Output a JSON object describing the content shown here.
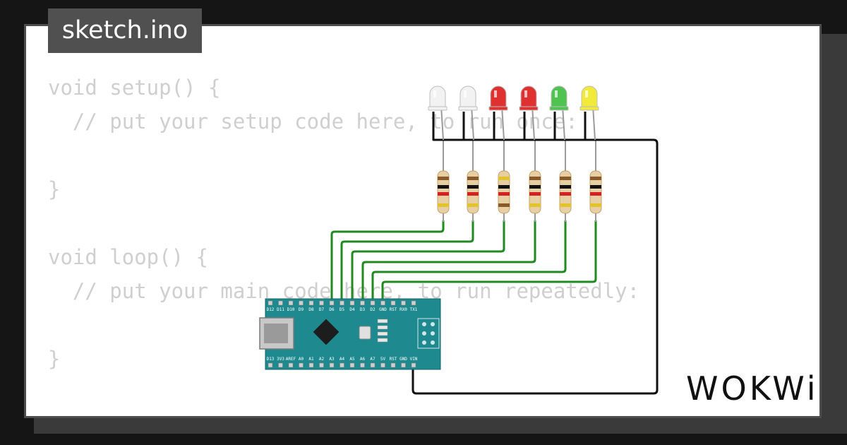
{
  "editor": {
    "file_tab": "sketch.ino",
    "code_lines": [
      "void setup() {",
      "  // put your setup code here, to run once:",
      "",
      "}",
      "",
      "void loop() {",
      "  // put your main code here, to run repeatedly:",
      "",
      "}"
    ]
  },
  "brand": {
    "name": "WOKWi"
  },
  "circuit": {
    "board": "Arduino Nano",
    "board_color": "#1e8a8f",
    "leds": [
      {
        "color_name": "white",
        "fill": "#f2f2f2"
      },
      {
        "color_name": "white",
        "fill": "#f2f2f2"
      },
      {
        "color_name": "red",
        "fill": "#e03131"
      },
      {
        "color_name": "red",
        "fill": "#e03131"
      },
      {
        "color_name": "green",
        "fill": "#4fc34f"
      },
      {
        "color_name": "yellow",
        "fill": "#f2ea3a"
      }
    ],
    "resistor_count": 6,
    "wire_colors": {
      "signal": "#1f8a1f",
      "ground": "#111111"
    },
    "top_pin_labels": [
      "D12",
      "D11",
      "D10",
      "D9",
      "D8",
      "D7",
      "D6",
      "D5",
      "D4",
      "D3",
      "D2",
      "GND",
      "RST",
      "RX0",
      "TX1"
    ],
    "bottom_pin_labels": [
      "D13",
      "3V3",
      "AREF",
      "A0",
      "A1",
      "A2",
      "A3",
      "A4",
      "A5",
      "A6",
      "A7",
      "5V",
      "RST",
      "GND",
      "VIN"
    ]
  }
}
